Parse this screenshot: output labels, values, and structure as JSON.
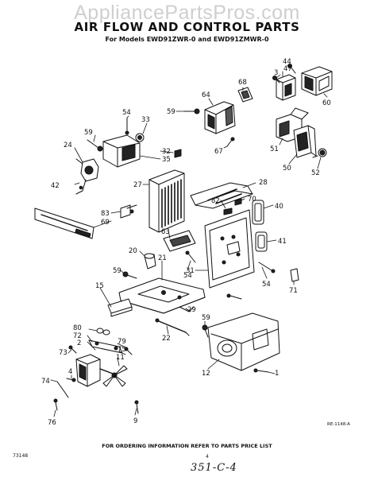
{
  "watermark": "AppliancePartsPros.com",
  "title": "AIR FLOW AND CONTROL PARTS",
  "subtitle": "For Models EWD91ZWR-0 and EWD91ZMWR-0",
  "footer": "FOR ORDERING INFORMATION REFER TO PARTS PRICE LIST",
  "code_left": "73148",
  "code_right": "RE-1148-A",
  "page_number": "4",
  "handwritten_note": "351-C-4",
  "parts": [
    {
      "id": "p44",
      "label": "44"
    },
    {
      "id": "p3",
      "label": "3"
    },
    {
      "id": "p47",
      "label": "47"
    },
    {
      "id": "p60",
      "label": "60"
    },
    {
      "id": "p68",
      "label": "68"
    },
    {
      "id": "p64",
      "label": "64"
    },
    {
      "id": "p54a",
      "label": "54"
    },
    {
      "id": "p33",
      "label": "33"
    },
    {
      "id": "p59a",
      "label": "59"
    },
    {
      "id": "p59b",
      "label": "59"
    },
    {
      "id": "p24",
      "label": "24"
    },
    {
      "id": "p32",
      "label": "32"
    },
    {
      "id": "p35",
      "label": "35"
    },
    {
      "id": "p42",
      "label": "42"
    },
    {
      "id": "p67",
      "label": "67"
    },
    {
      "id": "p51",
      "label": "51"
    },
    {
      "id": "p50",
      "label": "50"
    },
    {
      "id": "p52",
      "label": "52"
    },
    {
      "id": "p27",
      "label": "27"
    },
    {
      "id": "p28",
      "label": "28"
    },
    {
      "id": "p70",
      "label": "70"
    },
    {
      "id": "p82",
      "label": "82"
    },
    {
      "id": "p40",
      "label": "40"
    },
    {
      "id": "p83",
      "label": "83"
    },
    {
      "id": "p69",
      "label": "69"
    },
    {
      "id": "p63",
      "label": "63"
    },
    {
      "id": "p41",
      "label": "41"
    },
    {
      "id": "p20",
      "label": "20"
    },
    {
      "id": "p21",
      "label": "21"
    },
    {
      "id": "p54b",
      "label": "54"
    },
    {
      "id": "p59c",
      "label": "59"
    },
    {
      "id": "p31",
      "label": "31"
    },
    {
      "id": "p54c",
      "label": "54"
    },
    {
      "id": "p15",
      "label": "15"
    },
    {
      "id": "p71",
      "label": "71"
    },
    {
      "id": "p29",
      "label": "29"
    },
    {
      "id": "p22",
      "label": "22"
    },
    {
      "id": "p59d",
      "label": "59"
    },
    {
      "id": "p80",
      "label": "80"
    },
    {
      "id": "p72",
      "label": "72"
    },
    {
      "id": "p2",
      "label": "2"
    },
    {
      "id": "p73",
      "label": "73"
    },
    {
      "id": "p79",
      "label": "79"
    },
    {
      "id": "p75",
      "label": "75"
    },
    {
      "id": "p11",
      "label": "11"
    },
    {
      "id": "p4",
      "label": "4"
    },
    {
      "id": "p12",
      "label": "12"
    },
    {
      "id": "p1",
      "label": "1"
    },
    {
      "id": "p74",
      "label": "74"
    },
    {
      "id": "p9",
      "label": "9"
    },
    {
      "id": "p76",
      "label": "76"
    }
  ]
}
